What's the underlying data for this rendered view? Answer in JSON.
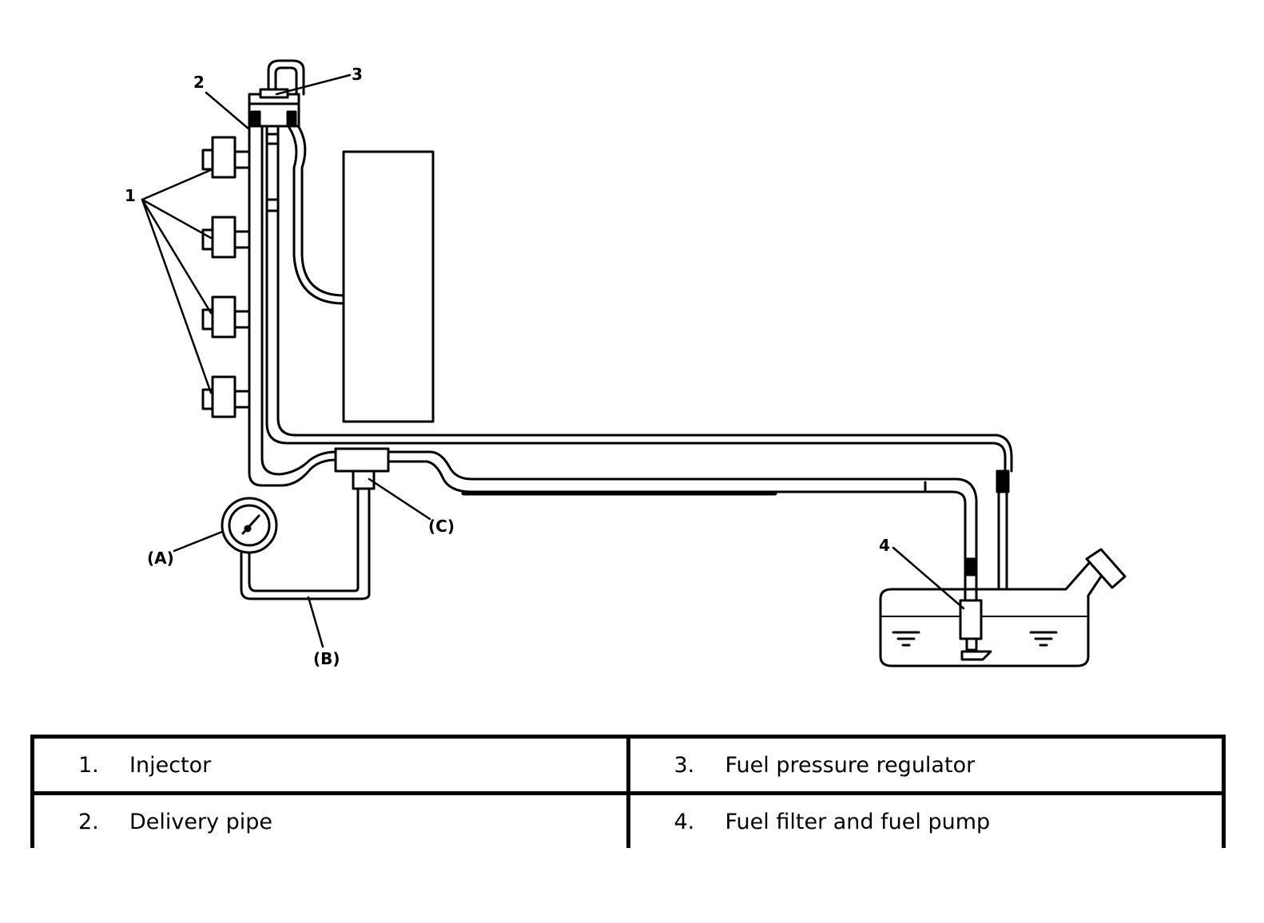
{
  "callouts": {
    "c1": "1",
    "c2": "2",
    "c3": "3",
    "c4": "4",
    "cA": "(A)",
    "cB": "(B)",
    "cC": "(C)"
  },
  "legend": {
    "rows": [
      [
        {
          "num": "1.",
          "text": "Injector"
        },
        {
          "num": "3.",
          "text": "Fuel pressure regulator"
        }
      ],
      [
        {
          "num": "2.",
          "text": "Delivery pipe"
        },
        {
          "num": "4.",
          "text": "Fuel filter and fuel pump"
        }
      ]
    ]
  }
}
